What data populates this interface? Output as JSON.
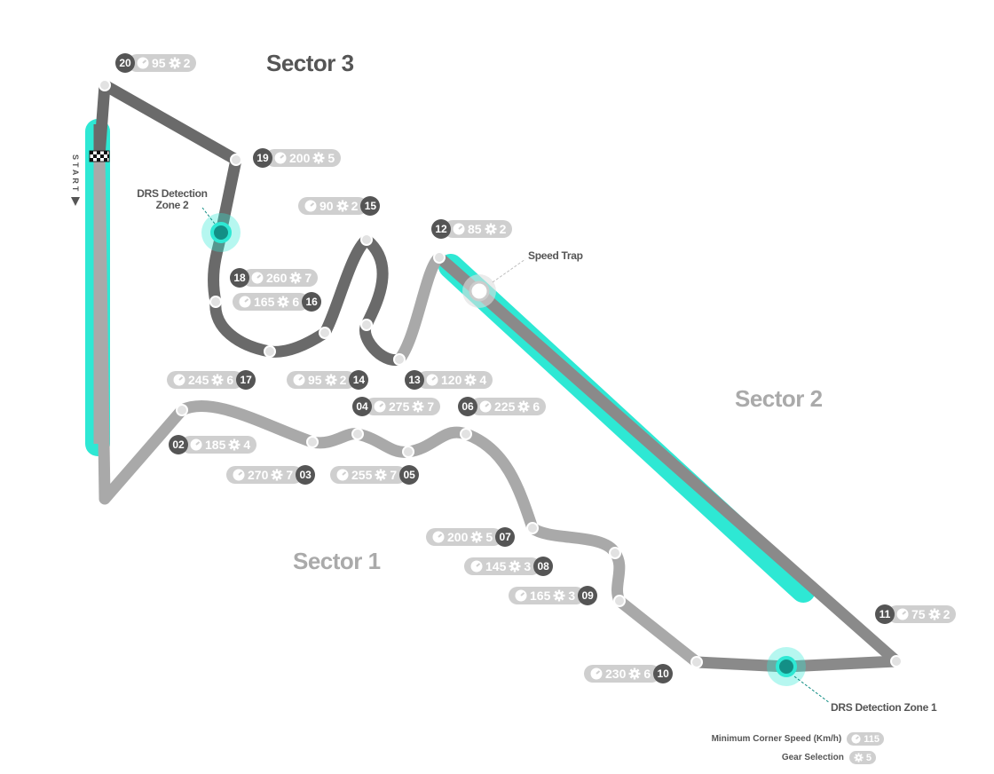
{
  "sectors": {
    "s1": "Sector 1",
    "s2": "Sector 2",
    "s3": "Sector 3"
  },
  "notes": {
    "speed_trap": "Speed Trap",
    "drs1": "DRS Detection Zone 1",
    "drs2_line1": "DRS Detection",
    "drs2_line2": "Zone 2",
    "start": "START"
  },
  "legend": {
    "speed_label": "Minimum Corner Speed (Km/h)",
    "speed_example": "115",
    "gear_label": "Gear Selection",
    "gear_example": "5"
  },
  "colors": {
    "drs": "#2ee8d4",
    "sector_dark": "#6a6a6a",
    "sector_light": "#a9a9a9",
    "pill": "#cfcfcf"
  },
  "corners": [
    {
      "num": "02",
      "speed": "185",
      "gear": "4"
    },
    {
      "num": "03",
      "speed": "270",
      "gear": "7"
    },
    {
      "num": "04",
      "speed": "275",
      "gear": "7"
    },
    {
      "num": "05",
      "speed": "255",
      "gear": "7"
    },
    {
      "num": "06",
      "speed": "225",
      "gear": "6"
    },
    {
      "num": "07",
      "speed": "200",
      "gear": "5"
    },
    {
      "num": "08",
      "speed": "145",
      "gear": "3"
    },
    {
      "num": "09",
      "speed": "165",
      "gear": "3"
    },
    {
      "num": "10",
      "speed": "230",
      "gear": "6"
    },
    {
      "num": "11",
      "speed": "75",
      "gear": "2"
    },
    {
      "num": "12",
      "speed": "85",
      "gear": "2"
    },
    {
      "num": "13",
      "speed": "120",
      "gear": "4"
    },
    {
      "num": "14",
      "speed": "95",
      "gear": "2"
    },
    {
      "num": "15",
      "speed": "90",
      "gear": "2"
    },
    {
      "num": "16",
      "speed": "165",
      "gear": "6"
    },
    {
      "num": "17",
      "speed": "245",
      "gear": "6"
    },
    {
      "num": "18",
      "speed": "260",
      "gear": "7"
    },
    {
      "num": "19",
      "speed": "200",
      "gear": "5"
    },
    {
      "num": "20",
      "speed": "95",
      "gear": "2"
    }
  ]
}
